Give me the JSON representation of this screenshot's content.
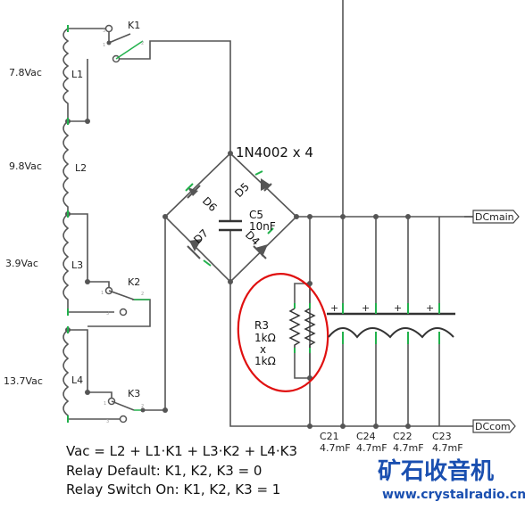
{
  "inductors": [
    {
      "id": "L1",
      "voltage": "7.8Vac"
    },
    {
      "id": "L2",
      "voltage": "9.8Vac"
    },
    {
      "id": "L3",
      "voltage": "3.9Vac"
    },
    {
      "id": "L4",
      "voltage": "13.7Vac"
    }
  ],
  "relays": [
    "K1",
    "K2",
    "K3"
  ],
  "relay_pins": {
    "one": "1",
    "two": "2",
    "three": "3"
  },
  "bridge": {
    "title": "1N4002 x 4",
    "diodes": [
      "D6",
      "D5",
      "D7",
      "D4"
    ]
  },
  "c5": {
    "name": "C5",
    "value": "10nF"
  },
  "r3": {
    "name": "R3",
    "value": "1kΩ",
    "mult": "x",
    "value2": "1kΩ"
  },
  "nets": {
    "dcmain": "DCmain",
    "dccom": "DCcom"
  },
  "output_caps": [
    {
      "name": "C21",
      "value": "4.7mF"
    },
    {
      "name": "C24",
      "value": "4.7mF"
    },
    {
      "name": "C22",
      "value": "4.7mF"
    },
    {
      "name": "C23",
      "value": "4.7mF"
    }
  ],
  "cap_polarity": "+",
  "equations": [
    "Vac = L2 + L1·K1 + L3·K2 + L4·K3",
    "Relay Default: K1, K2, K3 = 0",
    "Relay Switch On: K1, K2, K3 = 1"
  ],
  "watermark": {
    "cn": "矿石收音机",
    "url": "www.crystalradio.cn"
  },
  "colors": {
    "wire": "#555555",
    "pin": "#22b14c",
    "highlight": "#e01010",
    "watermark": "#1a4fb0"
  }
}
